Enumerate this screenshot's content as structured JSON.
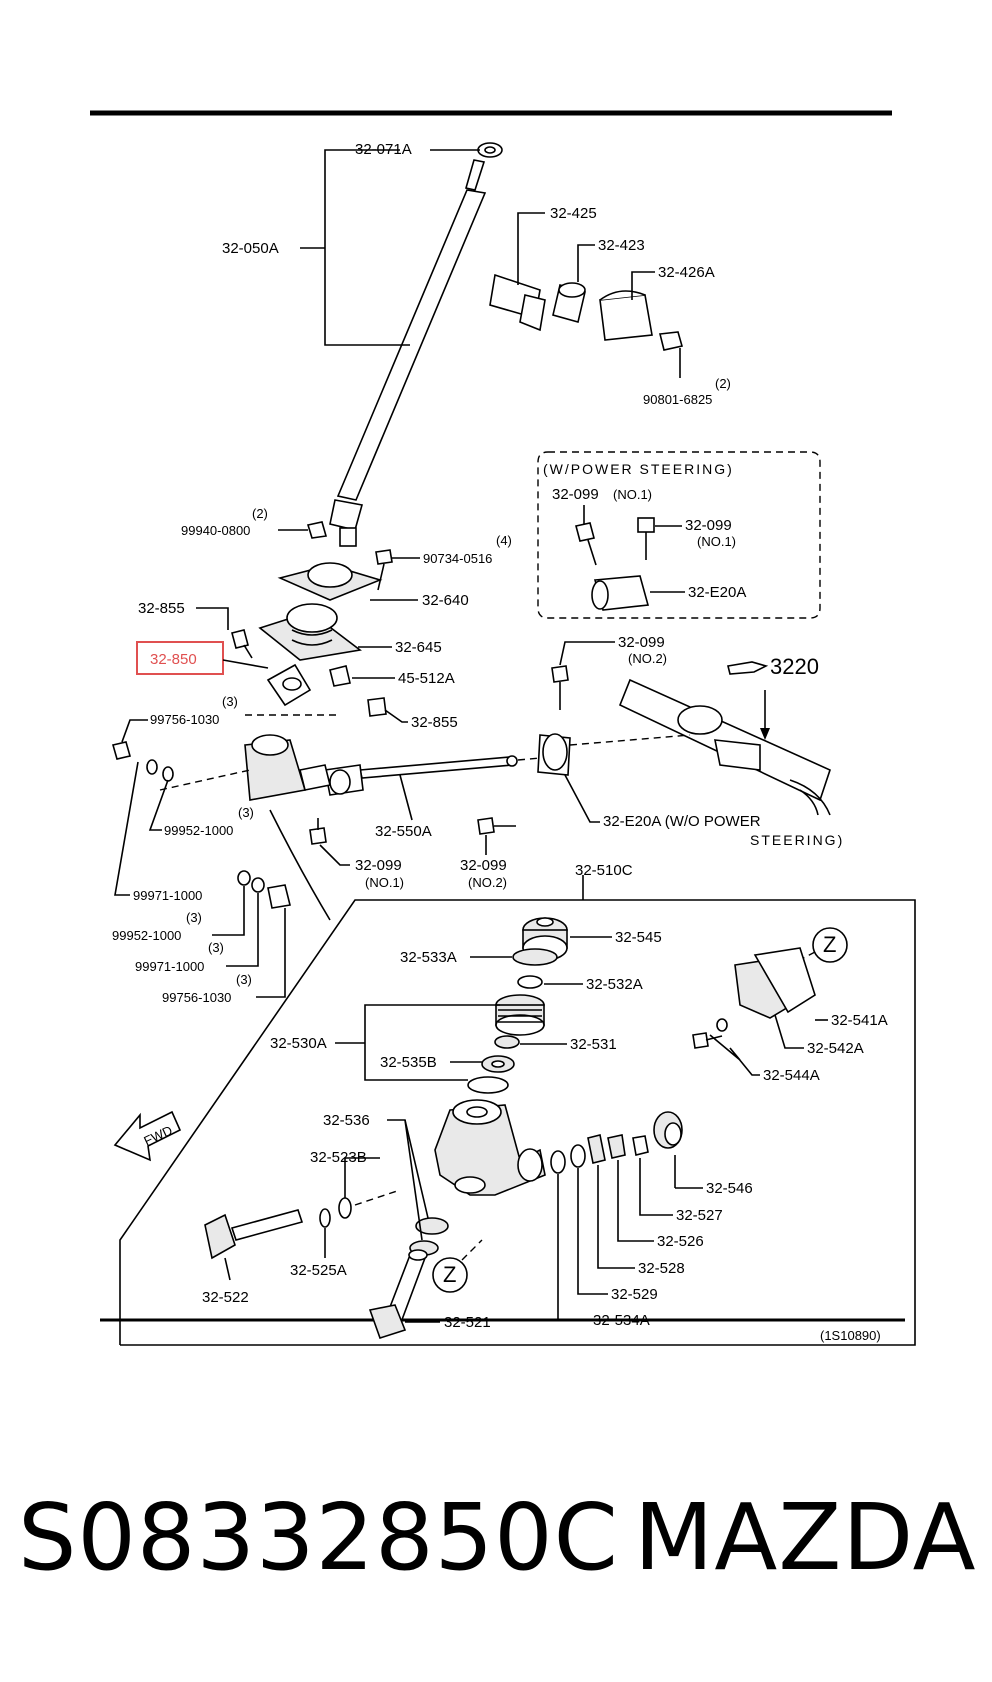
{
  "diagram": {
    "ref_code": "(1S10890)",
    "callout_3220": "3220",
    "box_note": "(W/POWER STEERING)",
    "labels": {
      "l_32071A": "32-071A",
      "l_32050A": "32-050A",
      "l_32425": "32-425",
      "l_32423": "32-423",
      "l_32426A": "32-426A",
      "l_90801_qty": "(2)",
      "l_90801": "90801-6825",
      "l_99940_qty": "(2)",
      "l_99940": "99940-0800",
      "l_90734_qty": "(4)",
      "l_90734": "90734-0516",
      "l_32640": "32-640",
      "l_32855a": "32-855",
      "l_32850": "32-850",
      "l_32645": "32-645",
      "l_45512A": "45-512A",
      "l_32855b": "32-855",
      "l_99756a_qty": "(3)",
      "l_99756a": "99756-1030",
      "l_99952a_qty": "(3)",
      "l_99952a": "99952-1000",
      "l_99971a": "99971-1000",
      "l_99952b_qty": "(3)",
      "l_99952b": "99952-1000",
      "l_99971b_qty": "(3)",
      "l_99971b": "99971-1000",
      "l_99756b_qty": "(3)",
      "l_99756b": "99756-1030",
      "l_32550A": "32-550A",
      "l_32099a": "32-099",
      "l_32099a_no": "(NO.1)",
      "l_32099b": "32-099",
      "l_32099b_no": "(NO.2)",
      "l_32510C": "32-510C",
      "l_32099c": "32-099",
      "l_32099c_no": "(NO.1)",
      "l_32099d": "32-099",
      "l_32099d_no": "(NO.1)",
      "l_32E20A_box": "32-E20A",
      "l_32099e": "32-099",
      "l_32099e_no": "(NO.2)",
      "l_32E20A_wo": "32-E20A (W/O  POWER",
      "l_32E20A_wo2": "STEERING)",
      "l_32545": "32-545",
      "l_32533A": "32-533A",
      "l_32532A": "32-532A",
      "l_32530A": "32-530A",
      "l_32531": "32-531",
      "l_32535B": "32-535B",
      "l_32541A": "32-541A",
      "l_32542A": "32-542A",
      "l_32544A": "32-544A",
      "l_Z1": "Z",
      "l_Z2": "Z",
      "l_32536": "32-536",
      "l_32523B": "32-523B",
      "l_32525A": "32-525A",
      "l_32522": "32-522",
      "l_32521": "32-521",
      "l_32546": "32-546",
      "l_32527": "32-527",
      "l_32526": "32-526",
      "l_32528": "32-528",
      "l_32529": "32-529",
      "l_32534A": "32-534A",
      "l_fwd": "FWD"
    },
    "highlight_color": "#e05050"
  },
  "footer": {
    "part_number": "S08332850C",
    "brand": "MAZDA"
  }
}
